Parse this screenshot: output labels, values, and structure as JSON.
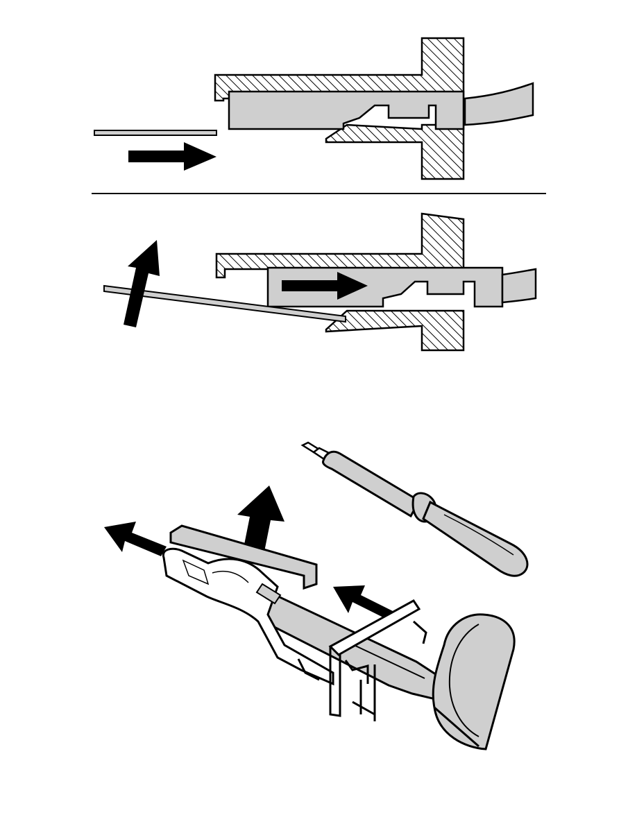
{
  "figure": {
    "panels": [
      "terminal-locked-cross-section",
      "terminal-released-cross-section",
      "terminal-removal-perspective"
    ],
    "colors": {
      "ink": "#000000",
      "fill_gray": "#cfcfcf",
      "background": "#ffffff"
    },
    "icons": [
      "arrow-right-icon",
      "arrow-up-icon",
      "arrow-left-icon",
      "screwdriver-icon"
    ]
  }
}
